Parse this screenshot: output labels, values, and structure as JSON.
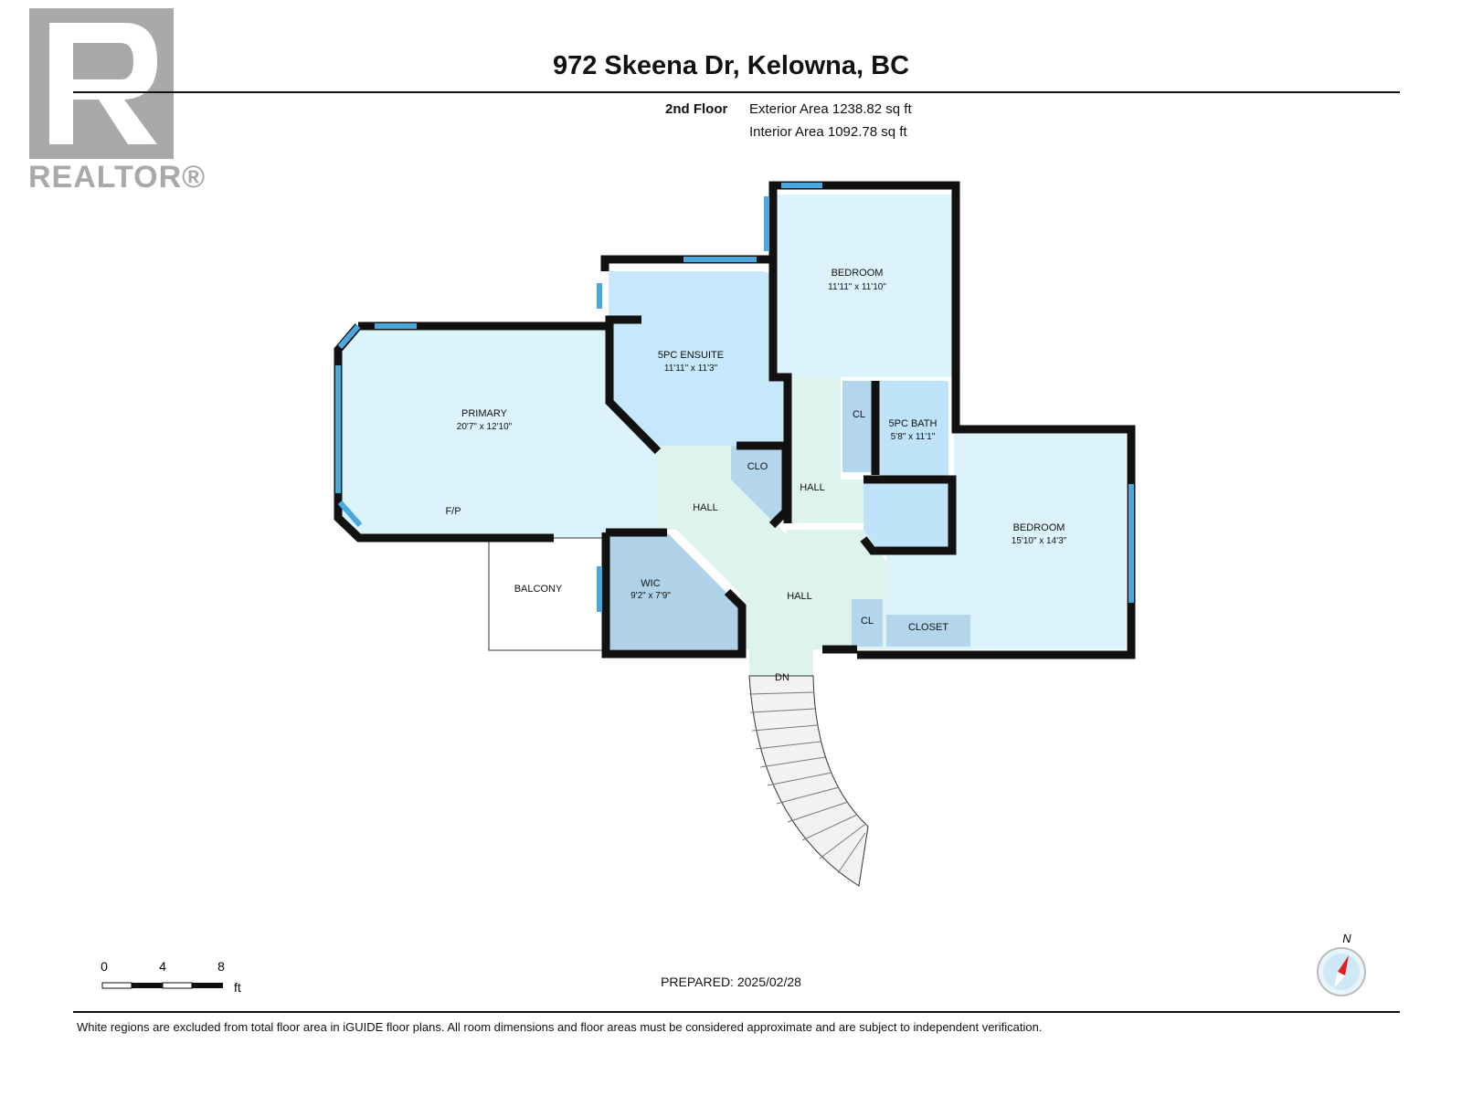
{
  "brand": {
    "logo_text": "REALTOR®"
  },
  "header": {
    "title": "972 Skeena Dr, Kelowna, BC",
    "floor": "2nd Floor",
    "exterior_area": "Exterior Area 1238.82 sq ft",
    "interior_area": "Interior Area 1092.78 sq ft"
  },
  "rooms": {
    "primary": {
      "label": "PRIMARY",
      "dims": "20'7\" x 12'10\""
    },
    "ensuite": {
      "label": "5PC ENSUITE",
      "dims": "11'11\" x 11'3\""
    },
    "bedroom_north": {
      "label": "BEDROOM",
      "dims": "11'11\" x 11'10\""
    },
    "bath": {
      "label": "5PC BATH",
      "dims": "5'8\" x 11'1\""
    },
    "bedroom_east": {
      "label": "BEDROOM",
      "dims": "15'10\" x 14'3\""
    },
    "wic": {
      "label": "WIC",
      "dims": "9'2\" x 7'9\""
    },
    "balcony": {
      "label": "BALCONY"
    },
    "clo": {
      "label": "CLO"
    },
    "cl_upper": {
      "label": "CL"
    },
    "cl_lower": {
      "label": "CL"
    },
    "closet": {
      "label": "CLOSET"
    },
    "hall_west": {
      "label": "HALL"
    },
    "hall_north": {
      "label": "HALL"
    },
    "hall_south": {
      "label": "HALL"
    },
    "stairs": {
      "label": "DN"
    },
    "fireplace": {
      "label": "F/P"
    }
  },
  "scale_bar": {
    "labels": [
      "0",
      "4",
      "8"
    ],
    "unit": "ft"
  },
  "compass": {
    "label": "N"
  },
  "footer": {
    "prepared": "PREPARED: 2025/02/28",
    "disclaimer": "White regions are excluded from total floor area in iGUIDE floor plans. All room dimensions and floor areas must be considered approximate and are subject to independent verification."
  },
  "colors": {
    "room_fill": "#dcf3fb",
    "bath_fill": "#bfe3f8",
    "closet_fill": "#b3d6ec",
    "hall_fill": "#dff3ee",
    "window": "#4aa8dc",
    "wall": "#111111"
  }
}
